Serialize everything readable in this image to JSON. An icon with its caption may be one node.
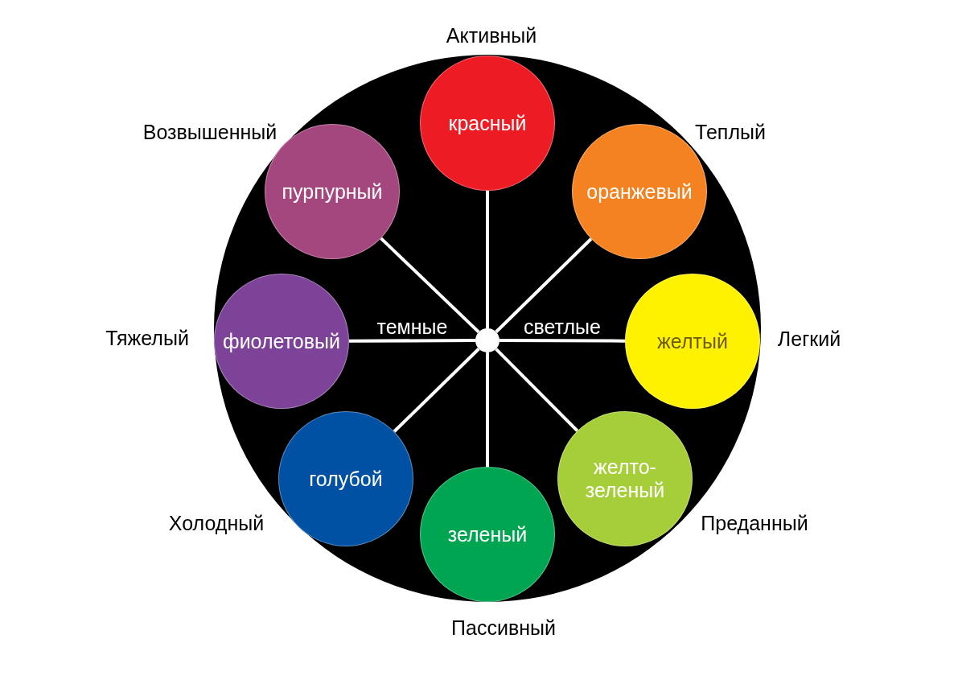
{
  "diagram": {
    "nodes": [
      {
        "text": [
          "красный"
        ],
        "beside": [
          "Активный"
        ]
      },
      {
        "text": [
          "оранжевый"
        ],
        "beside": [
          "Теплый"
        ]
      },
      {
        "text": [
          "желтый"
        ],
        "beside": [
          "Легкий"
        ]
      },
      {
        "text": [
          "желто-зеленый"
        ],
        "beside": [
          "Преданный"
        ]
      },
      {
        "text": [
          "зеленый"
        ],
        "beside": [
          "Пассивный"
        ]
      },
      {
        "text": [
          "голубой"
        ],
        "beside": [
          "Холодный"
        ]
      },
      {
        "text": [
          "фиолетовый"
        ],
        "beside": [
          "Тяжелый"
        ]
      },
      {
        "text": [
          "пурпурный"
        ],
        "beside": [
          "Возвышенный"
        ]
      },
      {
        "text": [],
        "shape": "circle"
      }
    ],
    "edges": [
      {
        "from": 8,
        "to": 0,
        "arrow": "none"
      },
      {
        "from": 8,
        "to": 1,
        "arrow": "none"
      },
      {
        "from": 8,
        "to": 2,
        "arrow": "none",
        "label": "светлые"
      },
      {
        "from": 8,
        "to": 3,
        "arrow": "none"
      },
      {
        "from": 8,
        "to": 4,
        "arrow": "none"
      },
      {
        "from": 8,
        "to": 5,
        "arrow": "none"
      },
      {
        "from": 8,
        "to": 6,
        "arrow": "none",
        "label": "темные"
      },
      {
        "from": 8,
        "to": 7,
        "arrow": "none"
      }
    ]
  }
}
